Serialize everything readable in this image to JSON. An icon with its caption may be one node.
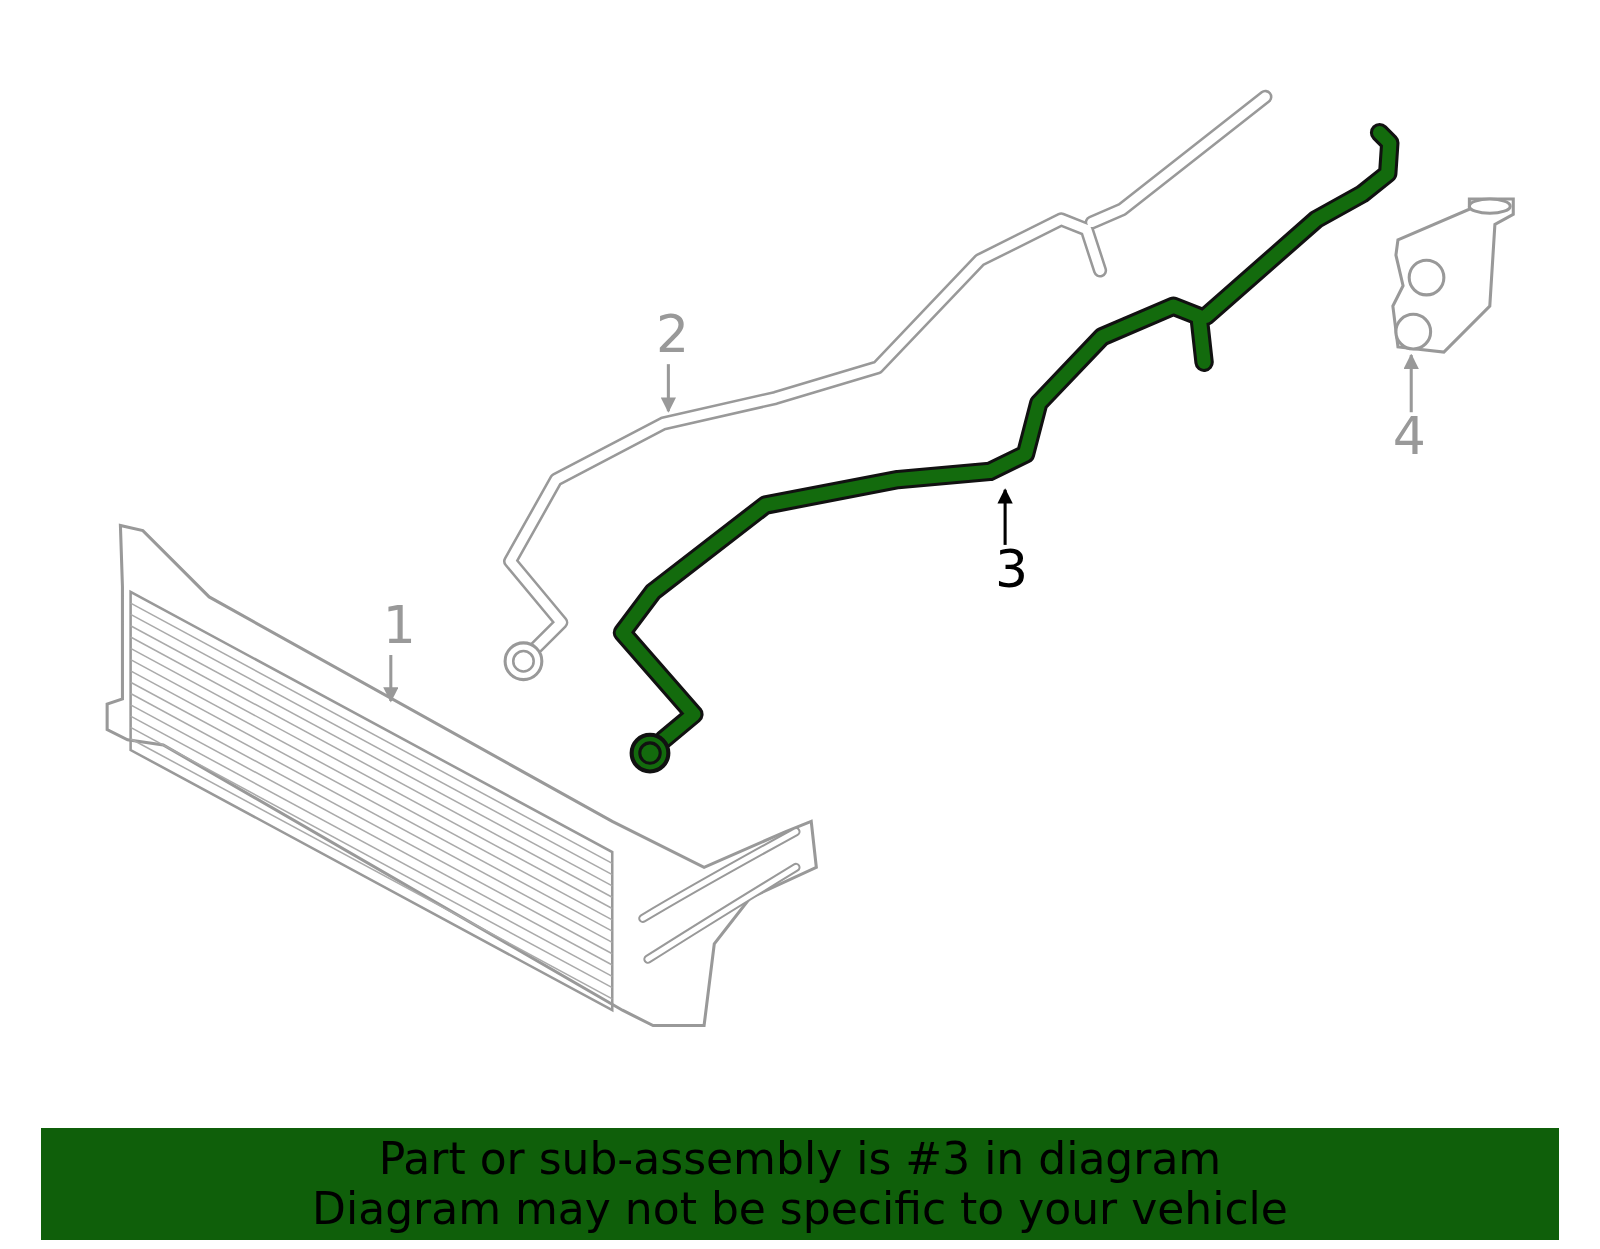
{
  "diagram": {
    "nodes": [
      {
        "text": [],
        "shape": "picture"
      },
      {
        "text": [],
        "shape": "picture"
      },
      {
        "text": [],
        "shape": "picture"
      },
      {
        "text": [],
        "shape": "picture"
      },
      {
        "text": [
          "1"
        ]
      },
      {
        "text": [
          "2"
        ]
      },
      {
        "text": [
          "3"
        ]
      },
      {
        "text": [
          "4"
        ]
      }
    ],
    "edges": [
      {
        "from": 4,
        "to": 0,
        "arrow": "to"
      },
      {
        "from": 5,
        "to": 1,
        "arrow": "to"
      },
      {
        "from": 6,
        "to": 2,
        "arrow": "to",
        "color": "#000000"
      },
      {
        "from": 7,
        "to": 3,
        "arrow": "to"
      }
    ],
    "labels": [
      "Part or sub-assembly is #3 in diagram",
      "Diagram may not be specific to your vehicle"
    ]
  }
}
